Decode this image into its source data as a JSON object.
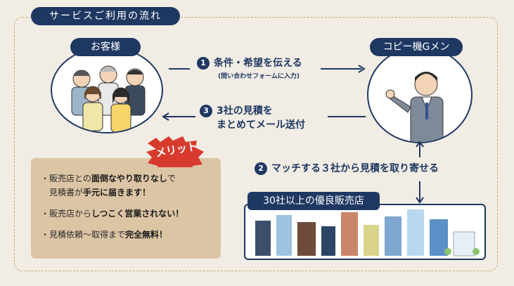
{
  "title": "サービスご利用の流れ",
  "customer_label": "お客様",
  "copier_label": "コピー機Gメン",
  "step1": {
    "num": "1",
    "text": "条件・希望を伝える",
    "sub": "(問い合わせフォームに入力)"
  },
  "step2": {
    "num": "2",
    "text": "マッチする３社から見積を取り寄せる"
  },
  "step3": {
    "num": "3",
    "line1": "3社の見積を",
    "line2": "まとめてメール送付"
  },
  "merit": {
    "badge": "メリット",
    "items": [
      {
        "pre": "販売店との",
        "bold": "面倒なやり取りなし",
        "post": "で",
        "line2_pre": "見積書が",
        "line2_bold": "手元に届きます！",
        "line2_post": ""
      },
      {
        "pre": "販売店から",
        "bold": "しつこく営業されない！",
        "post": ""
      },
      {
        "pre": "見積依頼〜取得まで",
        "bold": "完全無料！",
        "post": ""
      }
    ]
  },
  "shop_label": "30社以上の優良販売店",
  "colors": {
    "navy": "#1e3862",
    "beige": "#dcc5a5",
    "badge_red": "#d83a2e",
    "background": "#f1ece4"
  }
}
